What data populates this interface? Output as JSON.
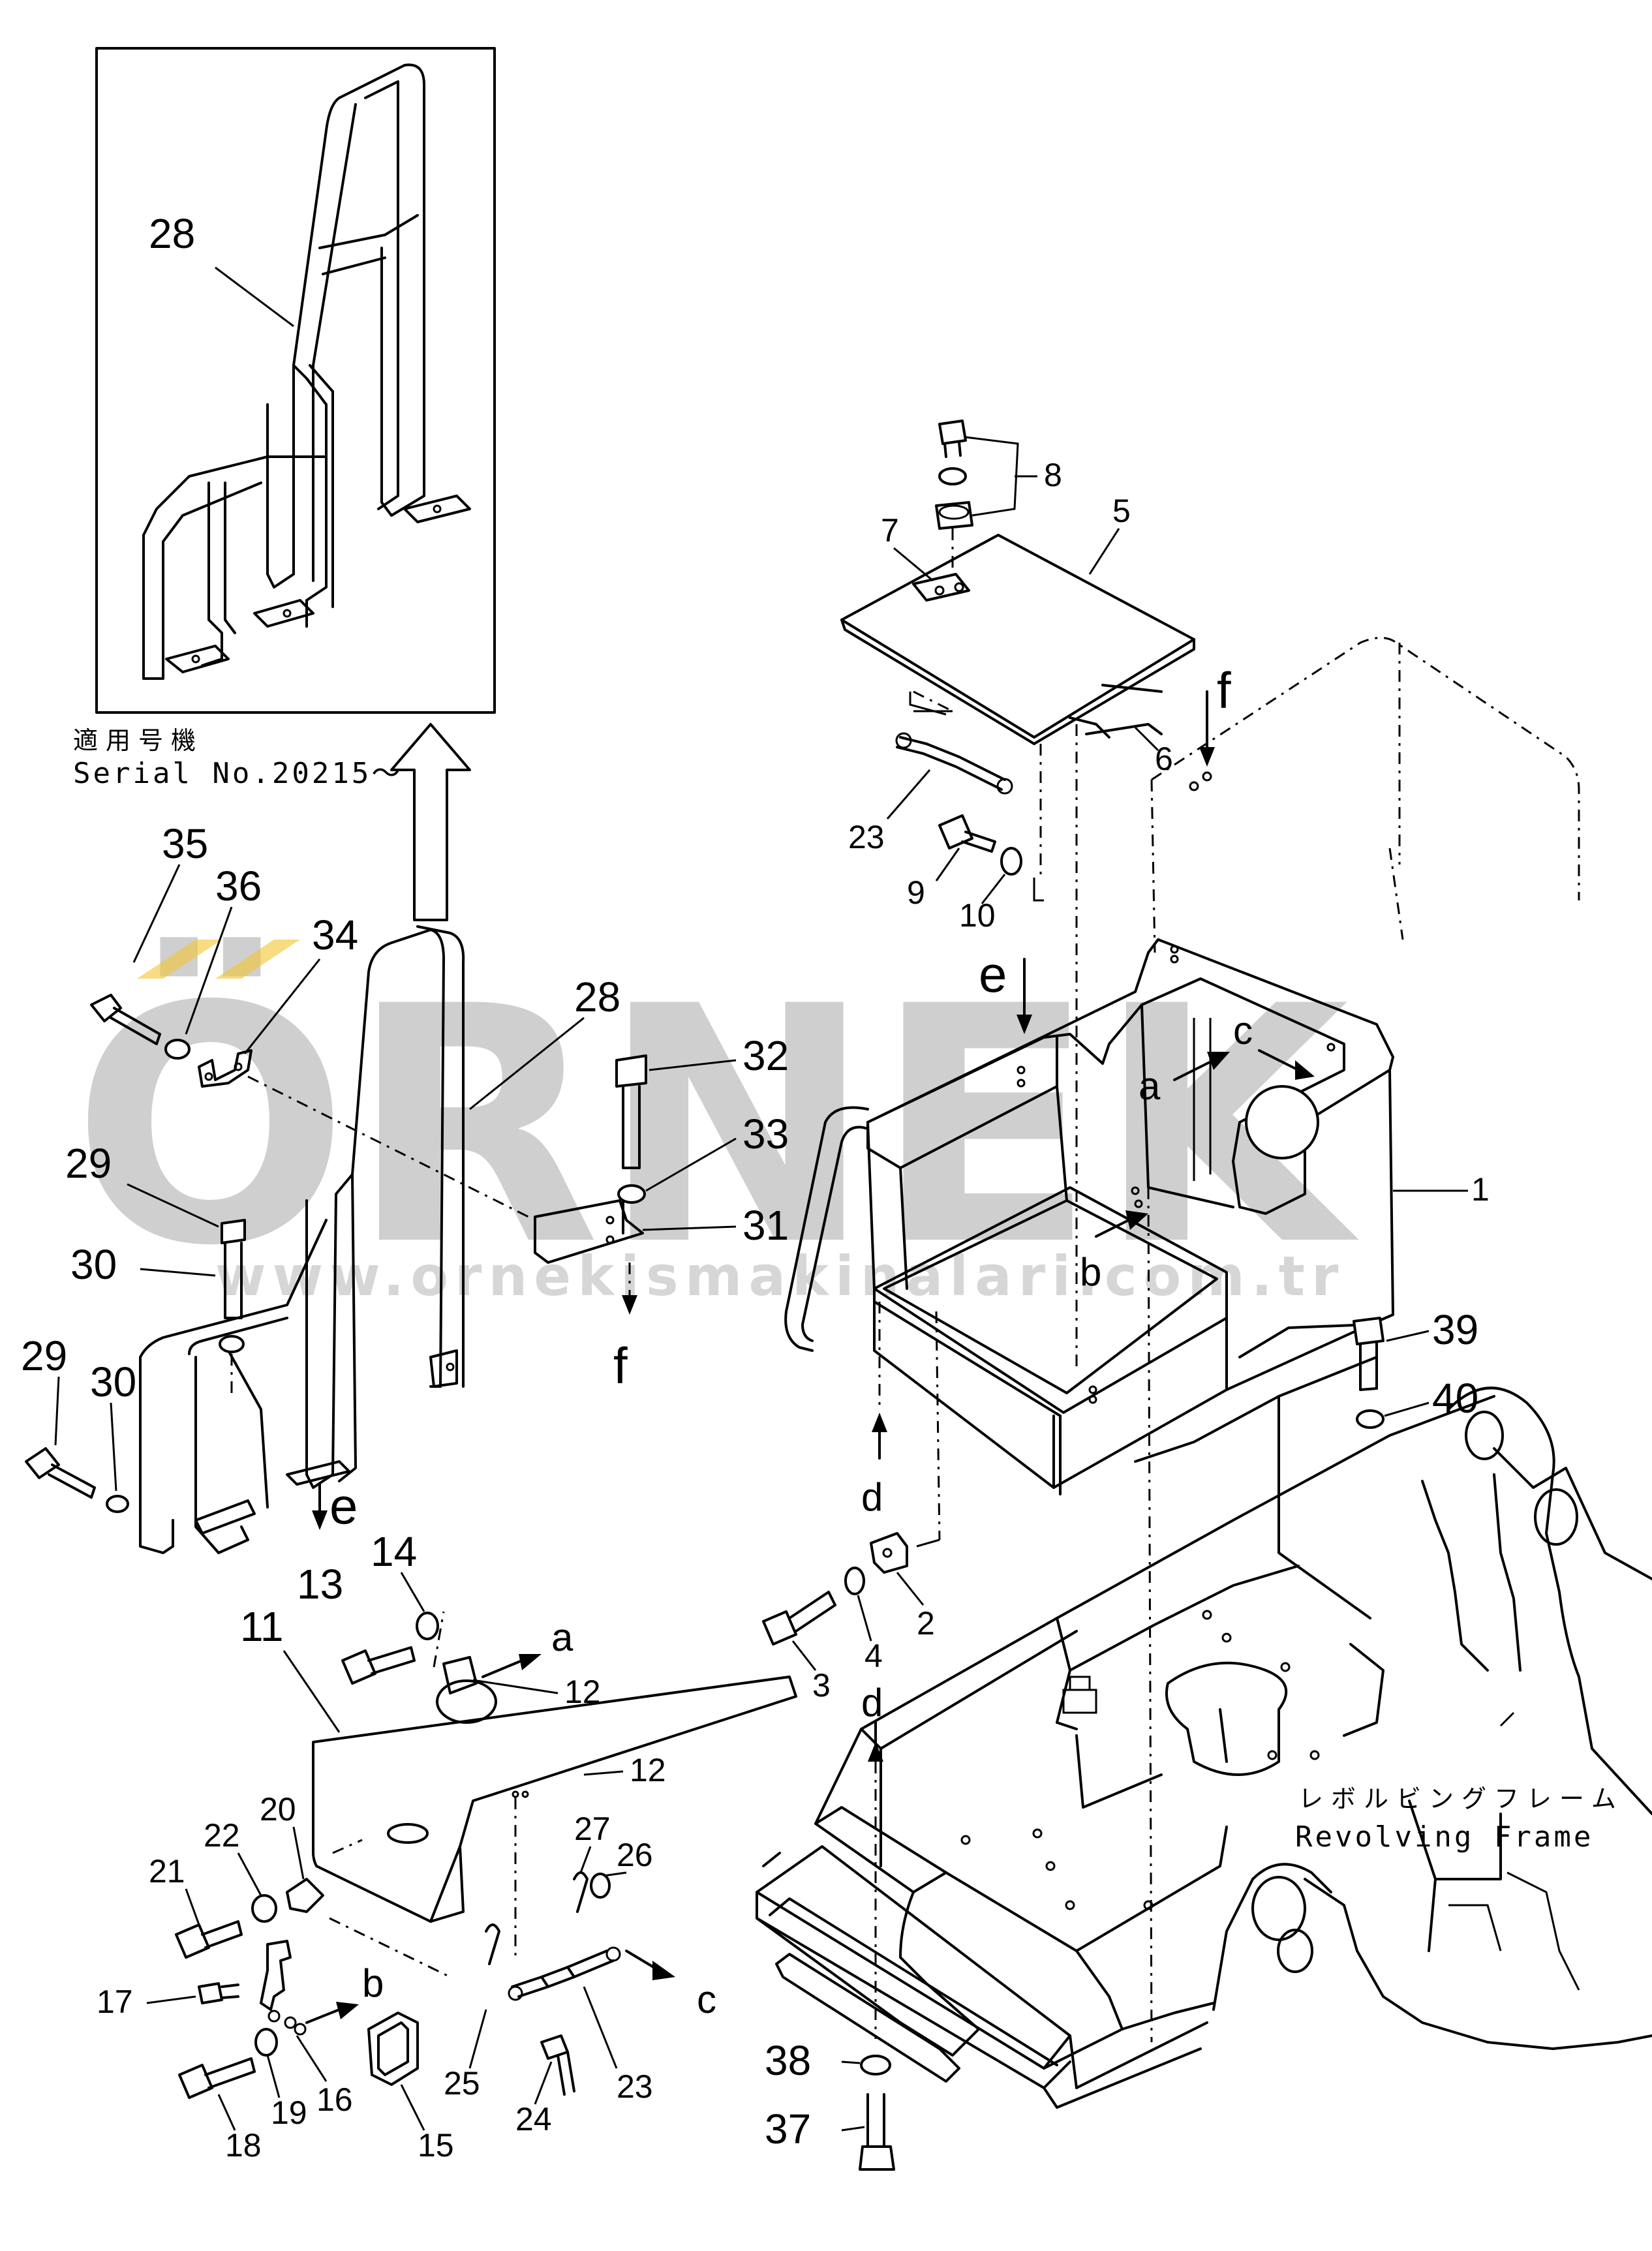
{
  "serial_note": {
    "jp": "適用号機",
    "en": "Serial No.20215～"
  },
  "frame_label": {
    "jp": "レボルビングフレーム",
    "en": "Revolving Frame"
  },
  "watermark": {
    "brand": "ÖRNEK",
    "url": "www.ornekismakinalari.com.tr",
    "accent_color": "#f4c430"
  },
  "callouts": {
    "p1": "1",
    "p2": "2",
    "p3": "3",
    "p4": "4",
    "p5": "5",
    "p6": "6",
    "p7": "7",
    "p8": "8",
    "p9": "9",
    "p10": "10",
    "p11": "11",
    "p12a": "12",
    "p12b": "12",
    "p13": "13",
    "p14": "14",
    "p15": "15",
    "p16": "16",
    "p17": "17",
    "p18": "18",
    "p19": "19",
    "p20": "20",
    "p21": "21",
    "p22": "22",
    "p23a": "23",
    "p23b": "23",
    "p24": "24",
    "p25": "25",
    "p26": "26",
    "p27": "27",
    "p28a": "28",
    "p28b": "28",
    "p29a": "29",
    "p29b": "29",
    "p30a": "30",
    "p30b": "30",
    "p31": "31",
    "p32": "32",
    "p33": "33",
    "p34": "34",
    "p35": "35",
    "p36": "36",
    "p37": "37",
    "p38": "38",
    "p39": "39",
    "p40": "40"
  },
  "refs": {
    "a1": "a",
    "a2": "a",
    "b1": "b",
    "b2": "b",
    "c1": "c",
    "c2": "c",
    "d1": "d",
    "d2": "d",
    "e1": "e",
    "e2": "e",
    "f1": "f",
    "f2": "f"
  }
}
